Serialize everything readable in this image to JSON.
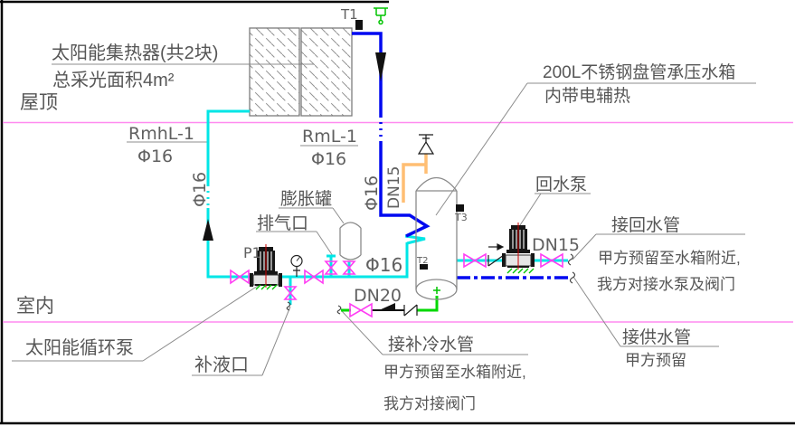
{
  "diagram": {
    "title_note": "solar-water-heating piping schematic",
    "labels": {
      "t1": "T1",
      "t2": "T2",
      "t3": "T3",
      "p1": "P1",
      "roof": "屋顶",
      "indoor": "室内",
      "collector_line1": "太阳能集热器(共2块)",
      "collector_line2": "总采光面积4m²",
      "rmhl_code": "RmhL-1",
      "rmhl_size": "Φ16",
      "rml_code": "RmL-1",
      "rml_size": "Φ16",
      "left_riser_size": "Φ16",
      "right_riser_size": "Φ16",
      "right_riser_dn": "DN15",
      "tank_line1": "200L不锈钢盘管承压水箱",
      "tank_line2": "内带电辅热",
      "expansion_tank": "膨胀罐",
      "air_vent": "排气口",
      "main_size": "Φ16",
      "return_pump": "回水泵",
      "return_pump_dn": "DN15",
      "cold_dn": "DN20",
      "circulation_pump": "太阳能循环泵",
      "refill_port": "补液口",
      "cold_line1": "接补冷水管",
      "cold_line2": "甲方预留至水箱附近,",
      "cold_line3": "我方对接阀门",
      "return_line1": "接回水管",
      "return_line2": "甲方预留至水箱附近,",
      "return_line3": "我方对接水泵及阀门",
      "supply_line1": "接供水管",
      "supply_line2": "甲方预留"
    },
    "colors": {
      "solar_supply_pipe": "#00e6e6",
      "solar_return_pipe": "#0009f0",
      "cold_water_pipe": "#00d800",
      "relief_pipe": "#ffbe73",
      "valve": "#ff3df3",
      "construction_line": "#ff8af0",
      "drawing_line": "#8c8c8c",
      "text": "#565656"
    }
  }
}
